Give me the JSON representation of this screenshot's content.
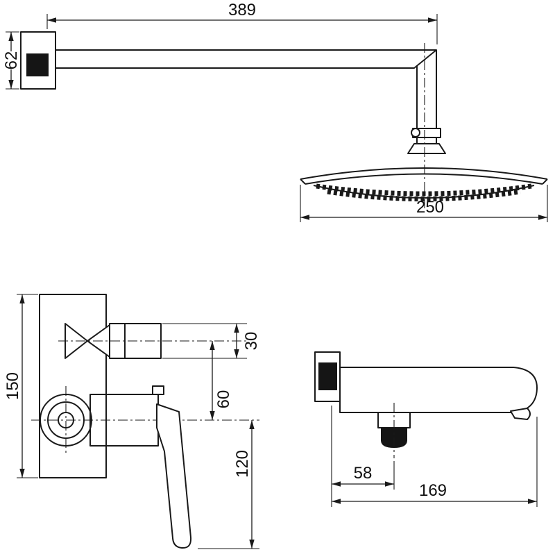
{
  "page": {
    "background": "#ffffff",
    "line_color": "#1a1a1a"
  },
  "views": {
    "shower_head_assembly": {
      "dims": {
        "arm_length": "389",
        "wall_flange_height": "62",
        "head_diameter": "250"
      }
    },
    "mixer_valve": {
      "dims": {
        "plate_height": "150",
        "outlet_port_height": "30",
        "port_to_valve_centers": "60",
        "lever_drop": "120"
      }
    },
    "spout": {
      "dims": {
        "wall_to_aerator": "58",
        "total_length": "169"
      }
    }
  }
}
